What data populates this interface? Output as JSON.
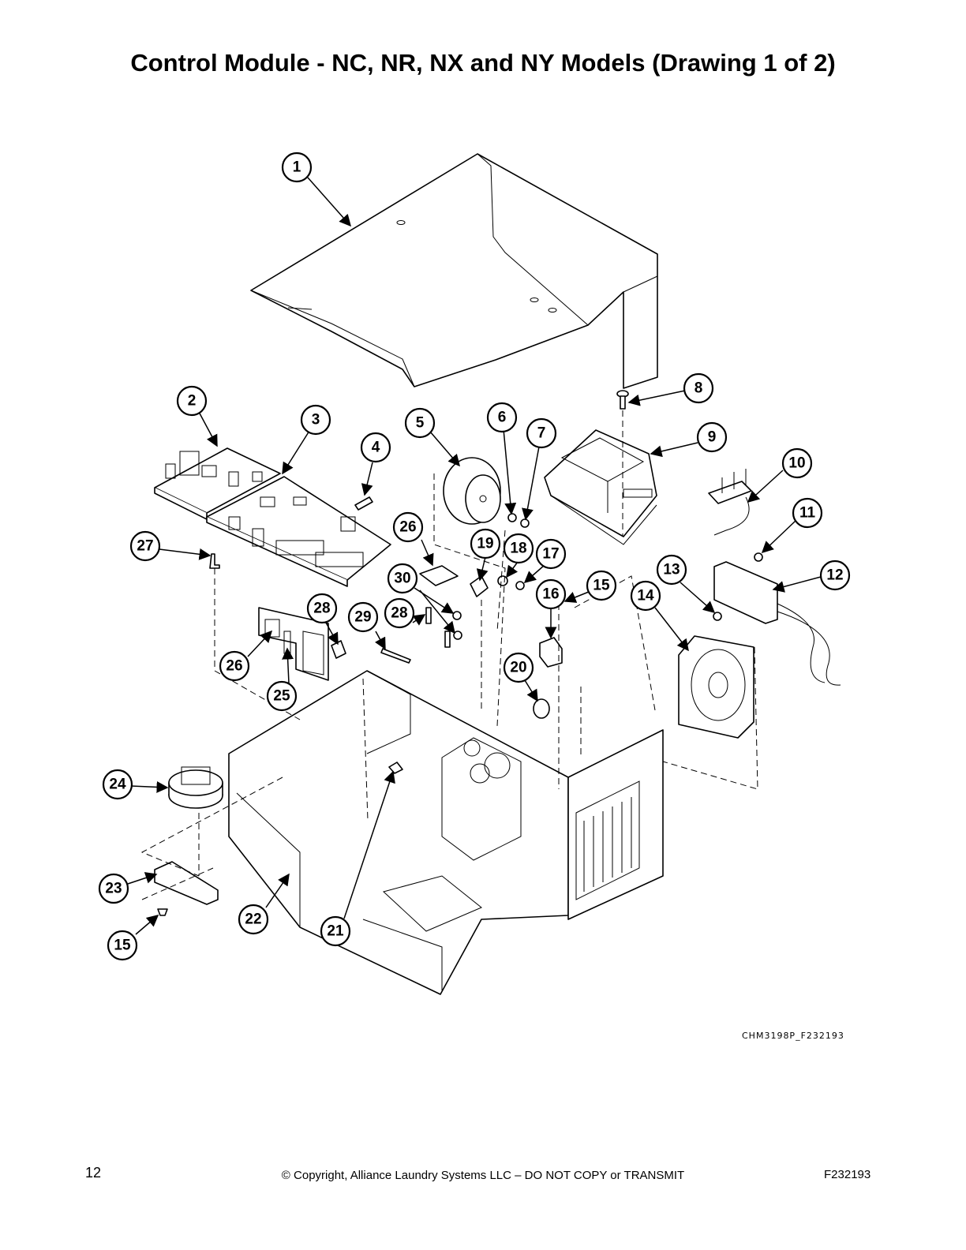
{
  "title": "Control Module - NC, NR, NX and NY Models (Drawing 1 of 2)",
  "drawing_code": "CHM3198P_F232193",
  "footer": {
    "page_number": "12",
    "copyright": "© Copyright, Alliance Laundry Systems LLC – DO NOT COPY or TRANSMIT",
    "document_id": "F232193"
  },
  "callouts": [
    "1",
    "2",
    "3",
    "4",
    "5",
    "6",
    "7",
    "8",
    "9",
    "10",
    "11",
    "12",
    "13",
    "14",
    "15",
    "16",
    "17",
    "18",
    "19",
    "20",
    "21",
    "22",
    "23",
    "24",
    "25",
    "26",
    "27",
    "28",
    "29",
    "30"
  ]
}
